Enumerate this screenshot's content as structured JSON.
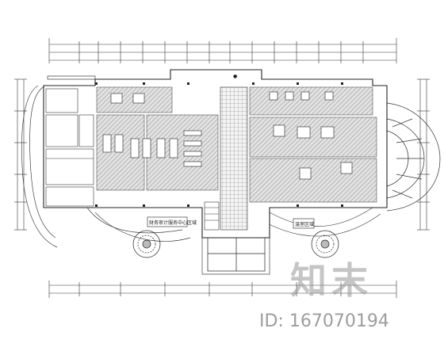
{
  "drawing": {
    "labels": {
      "left_caption": "财务审计服务中心区域",
      "right_caption": "温室区域",
      "top_marker": "●"
    }
  },
  "watermark": {
    "logo_text": "知末",
    "id_text": "ID: 167070194"
  },
  "colors": {
    "line": "#333333",
    "hatch": "#9a9a9a",
    "fill": "#d6d6d6",
    "watermark": "#bdbdbd"
  }
}
